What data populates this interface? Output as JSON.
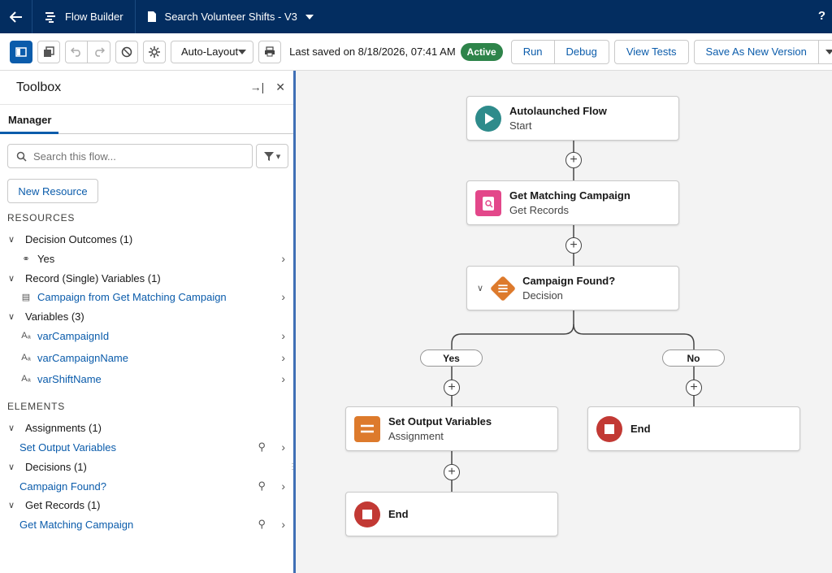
{
  "appbar": {
    "app_name": "Flow Builder",
    "flow_name": "Search Volunteer Shifts - V3",
    "help": "?"
  },
  "toolbar": {
    "layout_select": "Auto-Layout",
    "saved_text": "Last saved on 8/18/2026, 07:41 AM",
    "status_badge": "Active",
    "run": "Run",
    "debug": "Debug",
    "view_tests": "View Tests",
    "save_new_version": "Save As New Version"
  },
  "toolbox": {
    "title": "Toolbox",
    "tab": "Manager",
    "search_placeholder": "Search this flow...",
    "new_resource": "New Resource",
    "resources_heading": "RESOURCES",
    "elements_heading": "ELEMENTS",
    "resources": {
      "decision_outcomes": "Decision Outcomes (1)",
      "yes": "Yes",
      "record_vars": "Record (Single) Variables (1)",
      "campaign_record": "Campaign from Get Matching Campaign",
      "variables": "Variables (3)",
      "var1": "varCampaignId",
      "var2": "varCampaignName",
      "var3": "varShiftName"
    },
    "elements": {
      "assignments": "Assignments (1)",
      "assignment1": "Set Output Variables",
      "decisions": "Decisions (1)",
      "decision1": "Campaign Found?",
      "get_records": "Get Records (1)",
      "get1": "Get Matching Campaign"
    }
  },
  "canvas": {
    "start": {
      "title": "Autolaunched Flow",
      "subtitle": "Start"
    },
    "get": {
      "title": "Get Matching Campaign",
      "subtitle": "Get Records"
    },
    "decision": {
      "title": "Campaign Found?",
      "subtitle": "Decision"
    },
    "yes_label": "Yes",
    "no_label": "No",
    "assign": {
      "title": "Set Output Variables",
      "subtitle": "Assignment"
    },
    "end_no": "End",
    "end_yes": "End"
  },
  "colors": {
    "appbar": "#032d60",
    "brand_blue": "#0b5cab",
    "active_green": "#2e844a",
    "start_teal": "#2e8b8b",
    "get_pink": "#e3478a",
    "decision_orange": "#dd7a2c",
    "assign_orange": "#dd7a2c",
    "end_red": "#c23934"
  }
}
